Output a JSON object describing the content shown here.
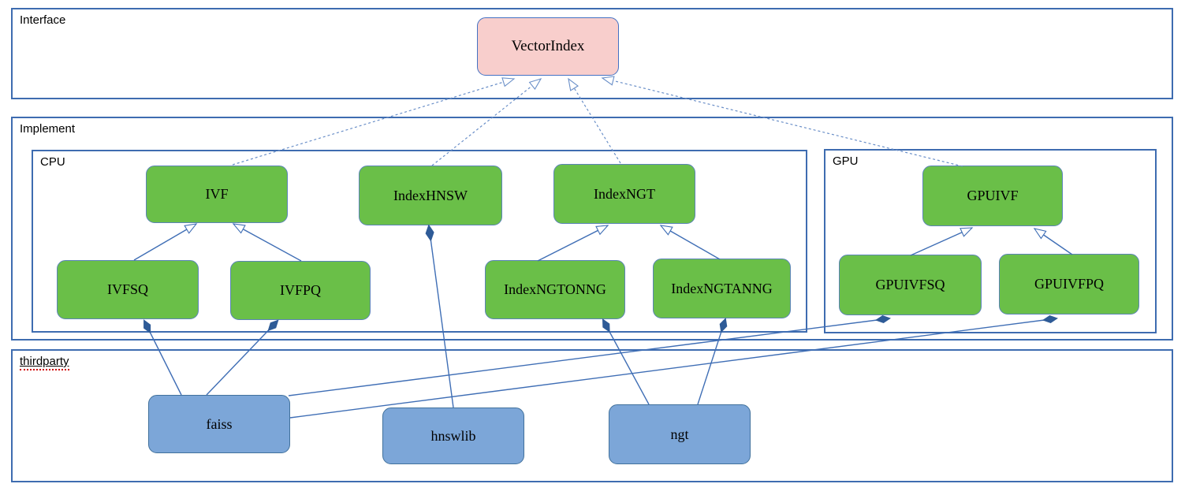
{
  "diagram": {
    "containers": [
      {
        "id": "interface",
        "label": "Interface"
      },
      {
        "id": "implement",
        "label": "Implement"
      },
      {
        "id": "cpu",
        "label": "CPU"
      },
      {
        "id": "gpu",
        "label": "GPU"
      },
      {
        "id": "thirdparty",
        "label": "thirdparty",
        "spellcheck_underline": true
      }
    ],
    "nodes": [
      {
        "id": "VectorIndex",
        "label": "VectorIndex",
        "kind": "interface"
      },
      {
        "id": "IVF",
        "label": "IVF",
        "kind": "cpu-class"
      },
      {
        "id": "IndexHNSW",
        "label": "IndexHNSW",
        "kind": "cpu-class"
      },
      {
        "id": "IndexNGT",
        "label": "IndexNGT",
        "kind": "cpu-class"
      },
      {
        "id": "IVFSQ",
        "label": "IVFSQ",
        "kind": "cpu-class"
      },
      {
        "id": "IVFPQ",
        "label": "IVFPQ",
        "kind": "cpu-class"
      },
      {
        "id": "IndexNGTONNG",
        "label": "IndexNGTONNG",
        "kind": "cpu-class"
      },
      {
        "id": "IndexNGTANNG",
        "label": "IndexNGTANNG",
        "kind": "cpu-class"
      },
      {
        "id": "GPUIVF",
        "label": "GPUIVF",
        "kind": "gpu-class"
      },
      {
        "id": "GPUIVFSQ",
        "label": "GPUIVFSQ",
        "kind": "gpu-class"
      },
      {
        "id": "GPUIVFPQ",
        "label": "GPUIVFPQ",
        "kind": "gpu-class"
      },
      {
        "id": "faiss",
        "label": "faiss",
        "kind": "thirdparty-lib"
      },
      {
        "id": "hnswlib",
        "label": "hnswlib",
        "kind": "thirdparty-lib"
      },
      {
        "id": "ngt",
        "label": "ngt",
        "kind": "thirdparty-lib"
      }
    ],
    "edges": [
      {
        "from": "IVF",
        "to": "VectorIndex",
        "type": "generalization-dashed"
      },
      {
        "from": "IndexHNSW",
        "to": "VectorIndex",
        "type": "generalization-dashed"
      },
      {
        "from": "IndexNGT",
        "to": "VectorIndex",
        "type": "generalization-dashed"
      },
      {
        "from": "GPUIVF",
        "to": "VectorIndex",
        "type": "generalization-dashed"
      },
      {
        "from": "IVFSQ",
        "to": "IVF",
        "type": "generalization"
      },
      {
        "from": "IVFPQ",
        "to": "IVF",
        "type": "generalization"
      },
      {
        "from": "IndexNGTONNG",
        "to": "IndexNGT",
        "type": "generalization"
      },
      {
        "from": "IndexNGTANNG",
        "to": "IndexNGT",
        "type": "generalization"
      },
      {
        "from": "GPUIVFSQ",
        "to": "GPUIVF",
        "type": "generalization"
      },
      {
        "from": "GPUIVFPQ",
        "to": "GPUIVF",
        "type": "generalization"
      },
      {
        "from": "faiss",
        "to": "IVFSQ",
        "type": "composition"
      },
      {
        "from": "faiss",
        "to": "IVFPQ",
        "type": "composition"
      },
      {
        "from": "faiss",
        "to": "GPUIVFSQ",
        "type": "composition"
      },
      {
        "from": "faiss",
        "to": "GPUIVFPQ",
        "type": "composition"
      },
      {
        "from": "hnswlib",
        "to": "IndexHNSW",
        "type": "composition"
      },
      {
        "from": "ngt",
        "to": "IndexNGTONNG",
        "type": "composition"
      },
      {
        "from": "ngt",
        "to": "IndexNGTANNG",
        "type": "composition"
      }
    ],
    "colors": {
      "container_border": "#3e6cb0",
      "interface_fill": "#f8cecc",
      "interface_border": "#4472c4",
      "class_fill": "#6abf48",
      "class_border": "#5b84b8",
      "lib_fill": "#7ca6d8",
      "lib_border": "#41719c",
      "line": "#3f6eb5",
      "line_dashed": "#6a8fc8",
      "diamond_fill": "#2e5b97",
      "spellcheck_red": "#cc0000"
    }
  }
}
